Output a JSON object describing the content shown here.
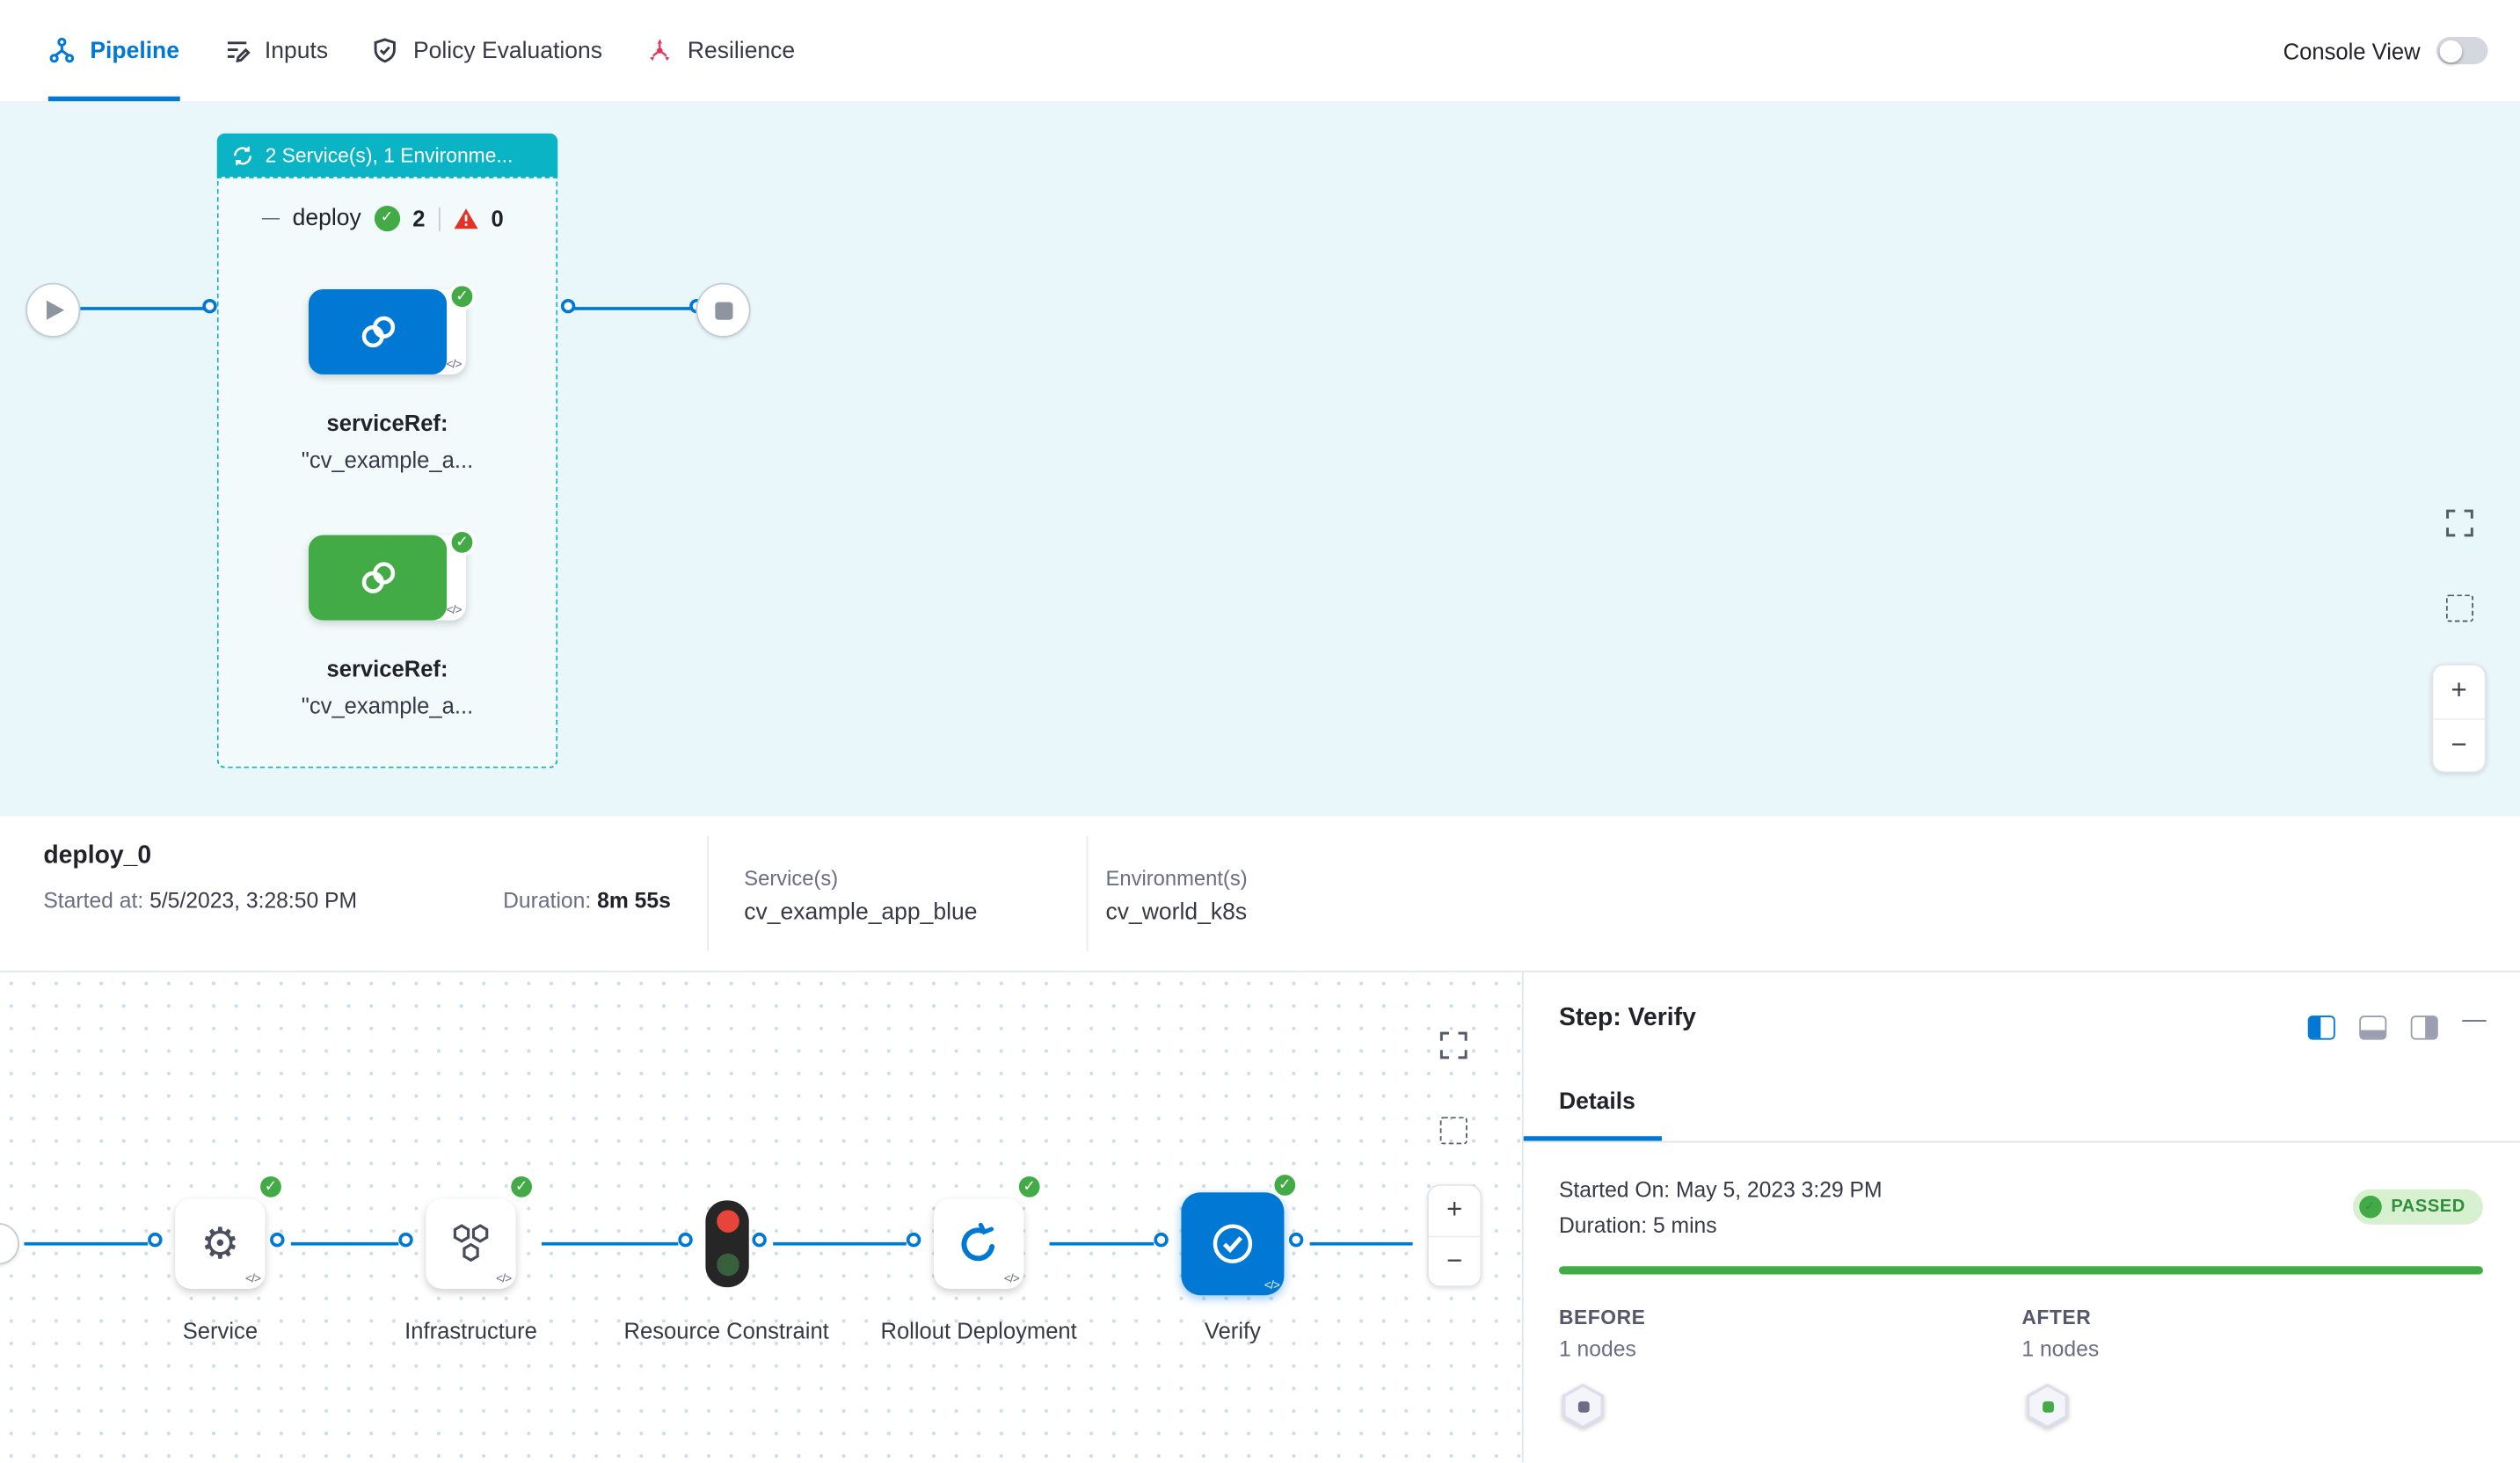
{
  "header": {
    "tabs": [
      {
        "label": "Pipeline"
      },
      {
        "label": "Inputs"
      },
      {
        "label": "Policy Evaluations"
      },
      {
        "label": "Resilience"
      }
    ],
    "console_view_label": "Console View"
  },
  "stage_graph": {
    "group_badge": "2 Service(s), 1 Environme...",
    "stage_name": "deploy",
    "success_count": "2",
    "warning_count": "0",
    "service_nodes": [
      {
        "title": "serviceRef:",
        "value": "\"cv_example_a..."
      },
      {
        "title": "serviceRef:",
        "value": "\"cv_example_a..."
      }
    ]
  },
  "summary": {
    "name": "deploy_0",
    "started_label": "Started at:",
    "started_value": "5/5/2023, 3:28:50 PM",
    "duration_label": "Duration:",
    "duration_value": "8m 55s",
    "services_label": "Service(s)",
    "services_value": "cv_example_app_blue",
    "environments_label": "Environment(s)",
    "environments_value": "cv_world_k8s"
  },
  "execution": {
    "steps": [
      {
        "label": "Service"
      },
      {
        "label": "Infrastructure"
      },
      {
        "label": "Resource Constraint"
      },
      {
        "label": "Rollout Deployment"
      },
      {
        "label": "Verify"
      }
    ]
  },
  "step_panel": {
    "title": "Step: Verify",
    "details_tab": "Details",
    "started_on": "Started On: May 5, 2023 3:29 PM",
    "duration": "Duration: 5 mins",
    "status": "PASSED",
    "before_label": "BEFORE",
    "before_value": "1 nodes",
    "after_label": "AFTER",
    "after_value": "1 nodes"
  },
  "icons": {
    "plus": "+",
    "minus": "−",
    "collapse": "—",
    "check": "✓",
    "code": "</>",
    "gear": "⚙"
  },
  "colors": {
    "primary": "#0278d5",
    "teal": "#0ab4c4",
    "success": "#42ab45",
    "danger": "#e43326",
    "canvas": "#e9f6fa"
  }
}
